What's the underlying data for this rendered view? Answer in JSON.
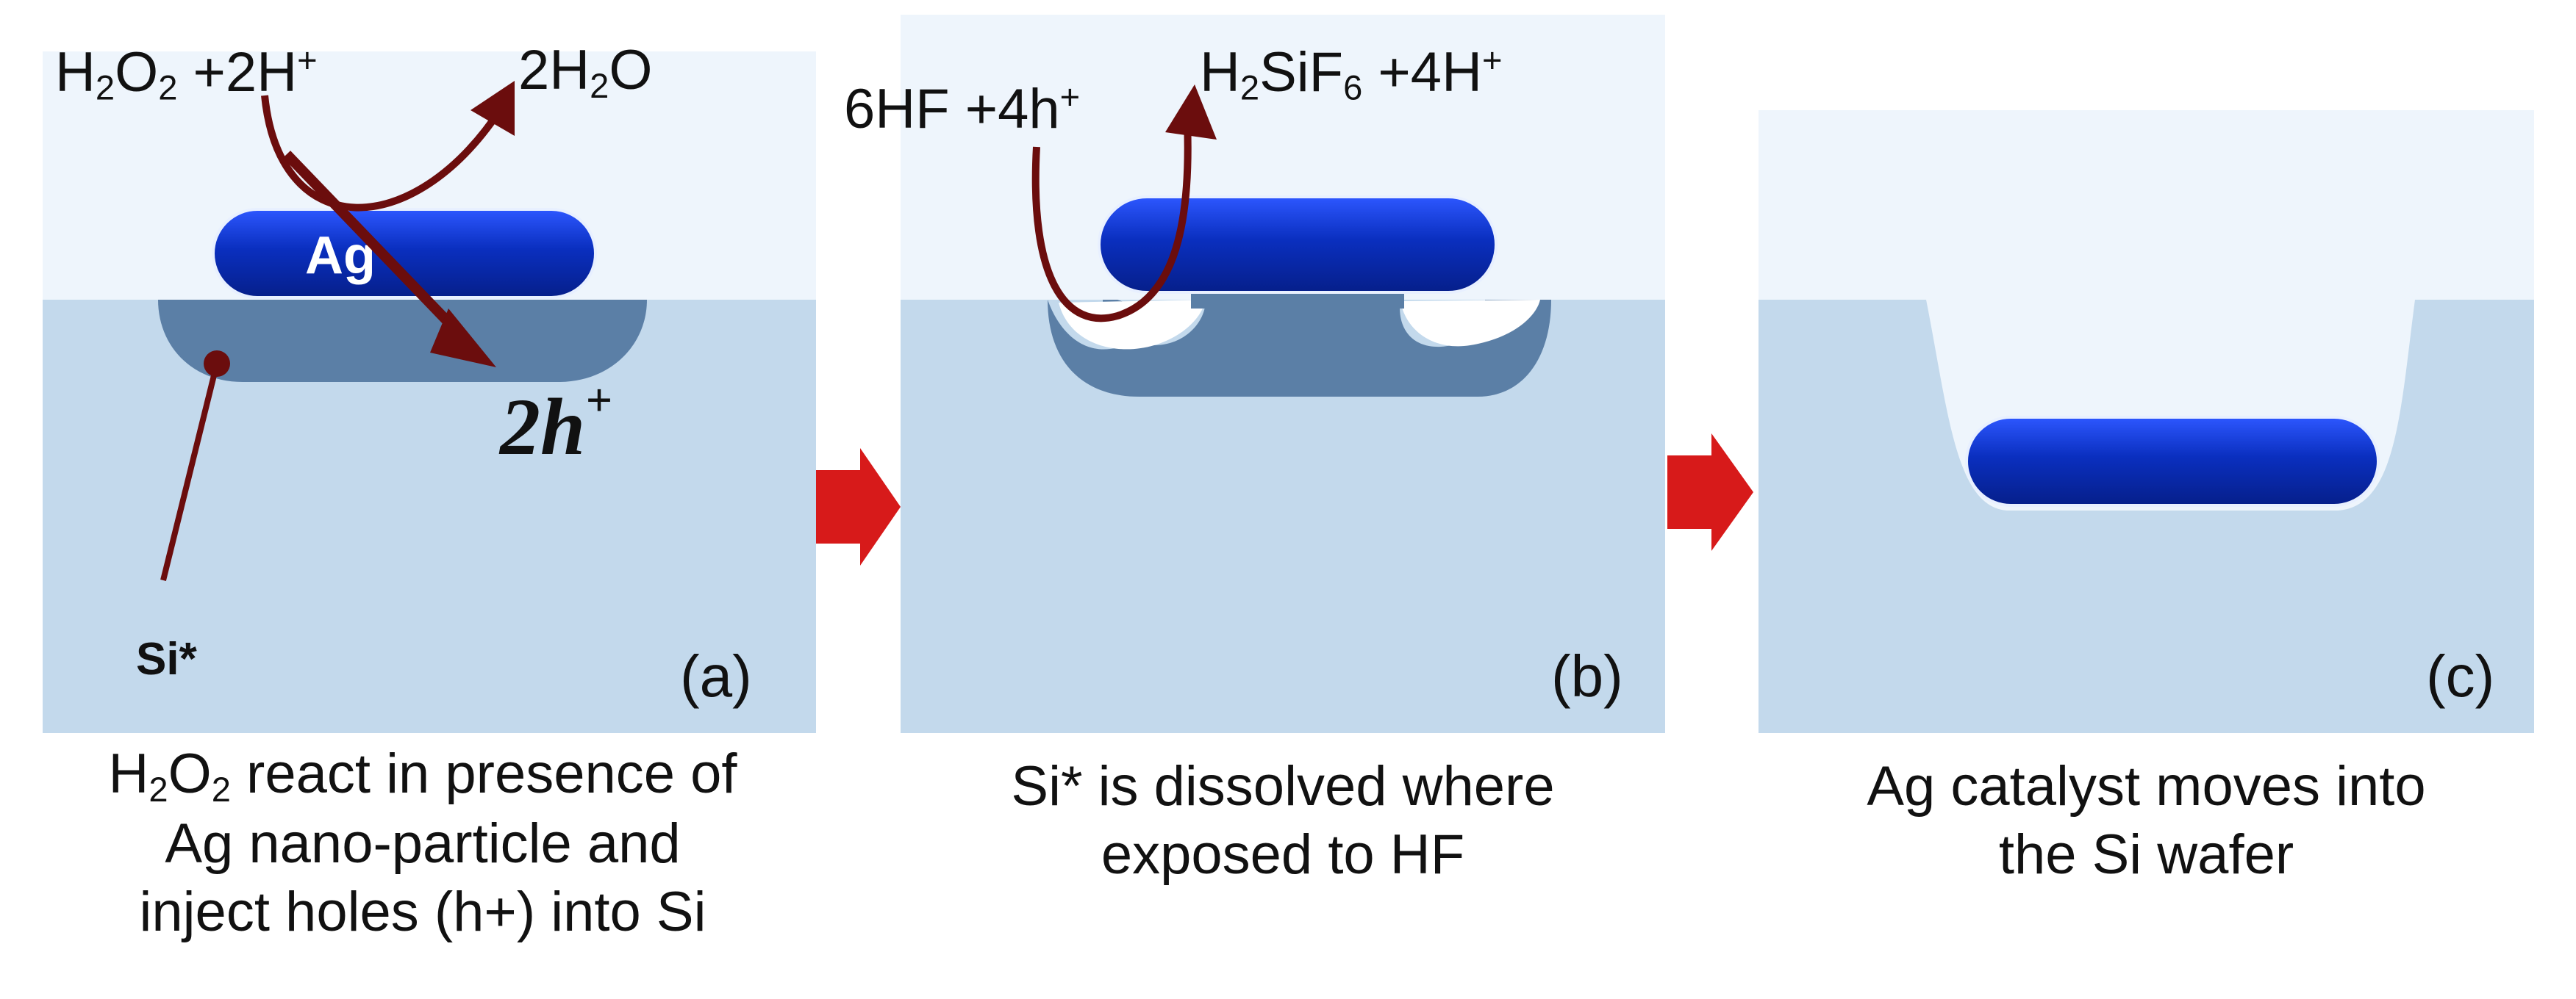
{
  "colors": {
    "substrate": "#c3d9ec",
    "sky": "#eef5fc",
    "porous": "#5b7fa6",
    "silver": "#0a2fbf",
    "silver_highlight": "#3f66ff",
    "arrow_dark": "#6b0d0d",
    "step_arrow": "#d71a1a"
  },
  "panels": [
    {
      "tag": "(a)",
      "equation": {
        "lhs": [
          "H",
          "2",
          "O",
          "2",
          " +2H",
          "+"
        ],
        "rhs": [
          "2H",
          "2",
          "O"
        ]
      },
      "particle_label": "Ag",
      "hole_label": "2h",
      "hole_sup": "+",
      "si_label": "Si*",
      "caption": {
        "line1_pre": "H",
        "line1_sub1": "2",
        "line1_mid": "O",
        "line1_sub2": "2",
        "line1_post": " react in presence of",
        "line2": "Ag nano-particle and",
        "line3": "inject holes (h+) into Si"
      }
    },
    {
      "tag": "(b)",
      "equation": {
        "lhs_text": "6HF +4h",
        "lhs_sup": "+",
        "rhs_pre": "H",
        "rhs_sub1": "2",
        "rhs_mid": "SiF",
        "rhs_sub2": "6",
        "rhs_post": " +4H",
        "rhs_sup": "+"
      },
      "caption": {
        "line1": "Si* is dissolved where",
        "line2": "exposed to HF"
      }
    },
    {
      "tag": "(c)",
      "caption": {
        "line1": "Ag catalyst moves into",
        "line2": "the Si wafer"
      }
    }
  ]
}
